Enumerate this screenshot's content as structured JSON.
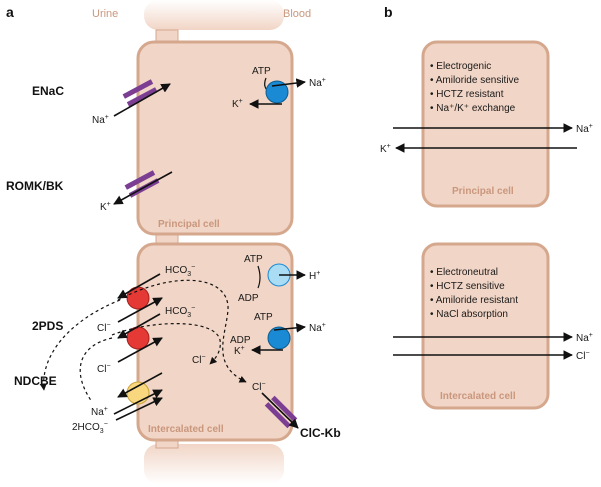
{
  "panel_a": {
    "label": "a",
    "side_urine": "Urine",
    "side_blood": "Blood",
    "principal_cell_label": "Principal cell",
    "intercalated_cell_label": "Intercalated cell",
    "channel_labels": {
      "enac": "ENaC",
      "romk": "ROMK/BK",
      "pds": "2PDS",
      "ndcbe": "NDCBE",
      "clckb": "ClC-Kb"
    },
    "ions": {
      "na": "Na",
      "k": "K",
      "h": "H",
      "cl": "Cl",
      "hco3": "HCO",
      "hco3_2": "2HCO",
      "atp": "ATP",
      "adp": "ADP",
      "plus": "+",
      "minus": "−",
      "three": "3"
    },
    "colors": {
      "cell_fill": "#f1d5c6",
      "cell_stroke": "#d5a88e",
      "channel": "#7b3e93",
      "pump_blue": "#1a8ad4",
      "pump_light_blue": "#aadcf3",
      "exchanger_red": "#e53935",
      "exchanger_yellow": "#f9d77e"
    }
  },
  "panel_b": {
    "label": "b",
    "principal": {
      "bullets": [
        "Electrogenic",
        "Amiloride sensitive",
        "HCTZ resistant",
        "Na⁺/K⁺ exchange"
      ],
      "name": "Principal cell",
      "arrows": [
        {
          "ion": "Na",
          "charge": "+",
          "direction": "out-right"
        },
        {
          "ion": "K",
          "charge": "+",
          "direction": "out-left"
        }
      ]
    },
    "intercalated": {
      "bullets": [
        "Electroneutral",
        "HCTZ sensitive",
        "Amiloride resistant",
        "NaCl absorption"
      ],
      "name": "Intercalated cell",
      "arrows": [
        {
          "ion": "Na",
          "charge": "+",
          "direction": "out-right"
        },
        {
          "ion": "Cl",
          "charge": "−",
          "direction": "out-right"
        }
      ]
    }
  }
}
